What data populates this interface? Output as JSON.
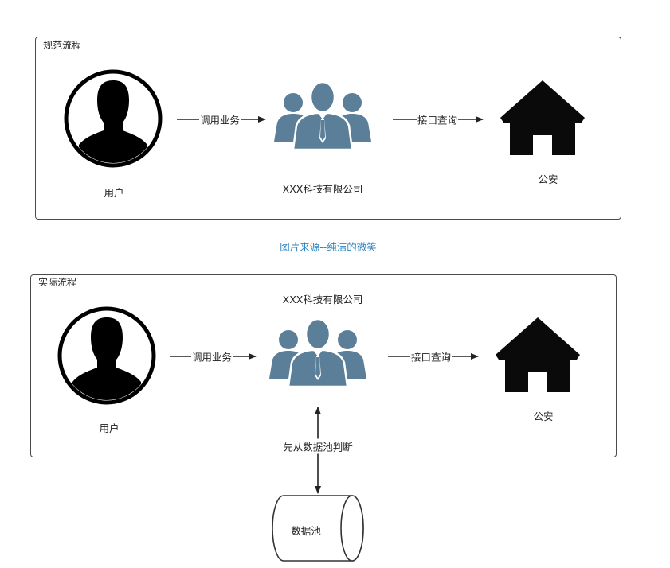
{
  "top_panel": {
    "title": "规范流程",
    "user_label": "用户",
    "company_label": "XXX科技有限公司",
    "police_label": "公安",
    "edge_call": "调用业务",
    "edge_query": "接口查询"
  },
  "caption": "图片来源--纯洁的微笑",
  "bottom_panel": {
    "title": "实际流程",
    "user_label": "用户",
    "company_label": "XXX科技有限公司",
    "police_label": "公安",
    "edge_call": "调用业务",
    "edge_query": "接口查询",
    "edge_pool": "先从数据池判断"
  },
  "datapool": {
    "label": "数据池"
  },
  "colors": {
    "people_icon": "#5b7f99",
    "house_icon": "#0a0a0a",
    "caption": "#2e86c1",
    "border": "#4a4a4a"
  }
}
